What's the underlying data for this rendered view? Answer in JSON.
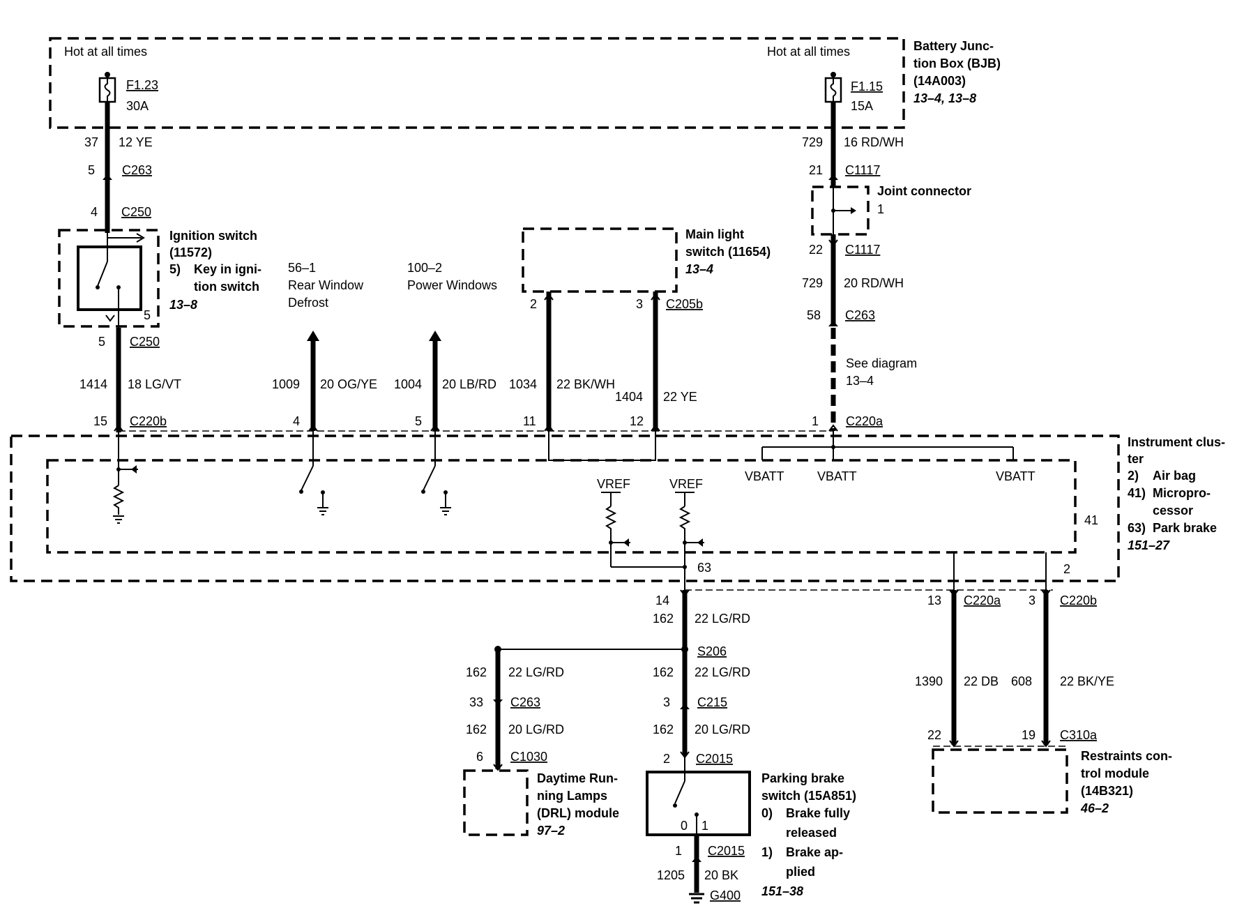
{
  "bjb": {
    "hot1": "Hot at all times",
    "hot2": "Hot at all times",
    "title1": "Battery Junc-",
    "title2": "tion Box (BJB)",
    "title3": "(14A003)",
    "ref": "13–4, 13–8",
    "fuse1_id": "F1.23",
    "fuse1_amp": "30A",
    "fuse2_id": "F1.15",
    "fuse2_amp": "15A"
  },
  "left_wire": {
    "p37": "37",
    "w12ye": "12 YE",
    "p5a": "5",
    "c263": "C263",
    "p4": "4",
    "c250a": "C250",
    "p5b": "5",
    "p5c": "5",
    "c250b": "C250",
    "c1414": "1414",
    "w18lgvt": "18 LG/VT",
    "p15": "15",
    "c220b": "C220b"
  },
  "ign": {
    "t1": "Ignition switch",
    "t2": "(11572)",
    "t3": "5)",
    "t4": "Key in igni-",
    "t5": "tion switch",
    "ref": "13–8"
  },
  "defrost": {
    "ref": "56–1",
    "name1": "Rear Window",
    "name2": "Defrost",
    "circuit": "1009",
    "wire": "20 OG/YE",
    "pin": "4"
  },
  "pwr": {
    "ref": "100–2",
    "name": "Power Windows",
    "circuit": "1004",
    "wire": "20 LB/RD",
    "pin": "5"
  },
  "mls": {
    "t1": "Main light",
    "t2": "switch (11654)",
    "ref": "13–4",
    "pin2": "2",
    "pin3": "3",
    "conn": "C205b",
    "c1034": "1034",
    "w1": "22 BK/WH",
    "c1404": "1404",
    "w2": "22 YE",
    "pin11": "11",
    "pin12": "12"
  },
  "right_wire": {
    "c729a": "729",
    "w1": "16 RD/WH",
    "p21": "21",
    "c1117a": "C1117",
    "jc": "Joint connector",
    "jc1": "1",
    "p22": "22",
    "c1117b": "C1117",
    "c729b": "729",
    "w2": "20 RD/WH",
    "p58": "58",
    "c263": "C263",
    "see1": "See diagram",
    "see2": "13–4",
    "p1": "1",
    "c220a": "C220a"
  },
  "ic": {
    "t1": "Instrument clus-",
    "t2": "ter",
    "n2": "2)",
    "l2": "Air bag",
    "n41": "41)",
    "l41a": "Micropro-",
    "l41b": "cessor",
    "n63": "63)",
    "l63": "Park brake",
    "ref": "151–27",
    "vbatt1": "VBATT",
    "vbatt2": "VBATT",
    "vbatt3": "VBATT",
    "vref1": "VREF",
    "vref2": "VREF",
    "m41": "41",
    "m63": "63",
    "m2": "2"
  },
  "bottom": {
    "p14": "14",
    "c162a": "162",
    "w22lgrd": "22 LG/RD",
    "s206": "S206",
    "c162b": "162",
    "w22lgrd_b": "22 LG/RD",
    "c162c": "162",
    "w22lgrd_c": "22 LG/RD",
    "p33": "33",
    "c263": "C263",
    "p3": "3",
    "c215": "C215",
    "c162d": "162",
    "w20lgrd_d": "20 LG/RD",
    "c162e": "162",
    "w20lgrd_e": "20 LG/RD",
    "p6": "6",
    "c1030": "C1030",
    "p2": "2",
    "c2015a": "C2015",
    "drl1": "Daytime Run-",
    "drl2": "ning Lamps",
    "drl3": "(DRL) module",
    "drl_ref": "97–2",
    "pb1": "Parking brake",
    "pb2": "switch (15A851)",
    "pb3n": "0)",
    "pb3": "Brake fully",
    "pb4": "released",
    "pb5n": "1)",
    "pb5": "Brake ap-",
    "pb6": "plied",
    "pb_ref": "151–38",
    "sw0": "0",
    "sw1": "1",
    "p1": "1",
    "c2015b": "C2015",
    "c1205": "1205",
    "w20bk": "20 BK",
    "g400": "G400"
  },
  "rcm": {
    "p13": "13",
    "c220a": "C220a",
    "p3": "3",
    "c220b": "C220b",
    "c1390": "1390",
    "w22db": "22 DB",
    "c608": "608",
    "w22bkye": "22 BK/YE",
    "p22": "22",
    "p19": "19",
    "c310a": "C310a",
    "t1": "Restraints con-",
    "t2": "trol module",
    "t3": "(14B321)",
    "ref": "46–2"
  }
}
